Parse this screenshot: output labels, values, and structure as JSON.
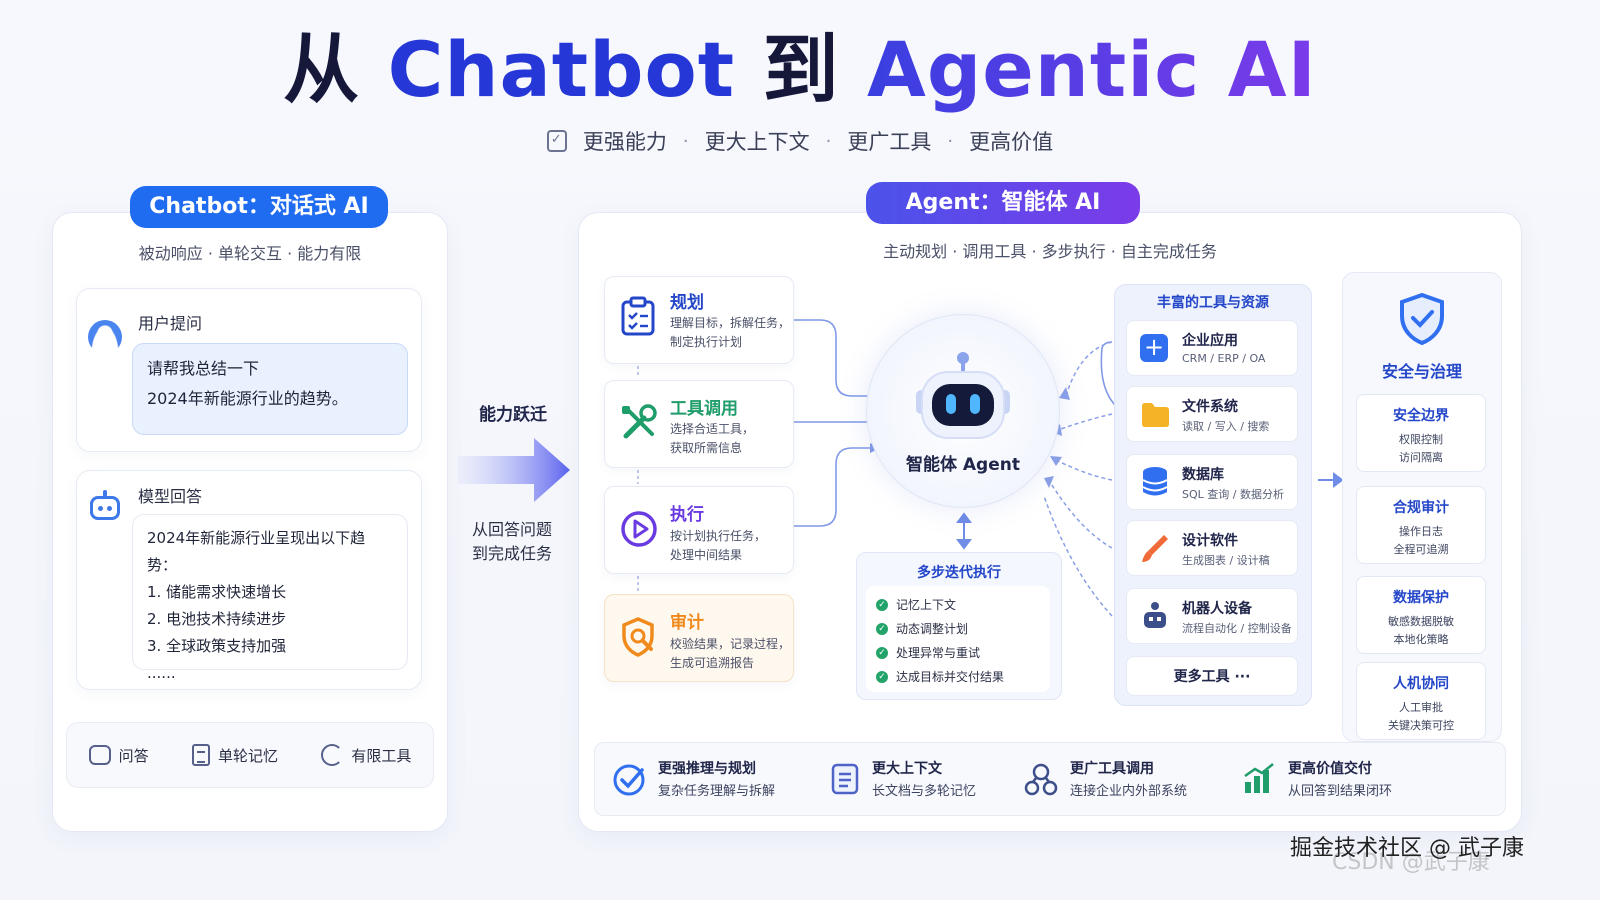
{
  "title": {
    "part1": "从",
    "part2": "Chatbot",
    "part3": "到",
    "part4": "Agentic AI"
  },
  "subtitle": {
    "items": [
      "更强能力",
      "更大上下文",
      "更广工具",
      "更高价值"
    ],
    "sep": "·"
  },
  "chatbot": {
    "pill": "Chatbot：对话式 AI",
    "sub": "被动响应 · 单轮交互 · 能力有限",
    "user_label": "用户提问",
    "user_msg_l1": "请帮我总结一下",
    "user_msg_l2": "2024年新能源行业的趋势。",
    "bot_label": "模型回答",
    "ans_l1": "2024年新能源行业呈现出以下趋势：",
    "ans_l2": "1. 储能需求快速增长",
    "ans_l3": "2. 电池技术持续进步",
    "ans_l4": "3. 全球政策支持加强",
    "ans_l5": "......",
    "foot": [
      "问答",
      "单轮记忆",
      "有限工具"
    ]
  },
  "leap": {
    "label": "能力跃迁",
    "sub_l1": "从回答问题",
    "sub_l2": "到完成任务"
  },
  "agent": {
    "pill": "Agent：智能体 AI",
    "sub": "主动规划 · 调用工具 · 多步执行 · 自主完成任务",
    "center_label": "智能体 Agent",
    "steps": [
      {
        "title": "规划",
        "d1": "理解目标，拆解任务，",
        "d2": "制定执行计划",
        "color": "#2446c8"
      },
      {
        "title": "工具调用",
        "d1": "选择合适工具，",
        "d2": "获取所需信息",
        "color": "#1f9d6a"
      },
      {
        "title": "执行",
        "d1": "按计划执行任务，",
        "d2": "处理中间结果",
        "color": "#6a3be0"
      },
      {
        "title": "审计",
        "d1": "校验结果，记录过程，",
        "d2": "生成可追溯报告",
        "color": "#f08a1c"
      }
    ],
    "iter": {
      "title": "多步迭代执行",
      "items": [
        "记忆上下文",
        "动态调整计划",
        "处理异常与重试",
        "达成目标并交付结果"
      ]
    },
    "tools": {
      "title": "丰富的工具与资源",
      "items": [
        {
          "name": "企业应用",
          "sub": "CRM / ERP / OA",
          "icon": "grid-plus-icon",
          "color": "#2f6ff0"
        },
        {
          "name": "文件系统",
          "sub": "读取 / 写入 / 搜索",
          "icon": "folder-icon",
          "color": "#f5b428"
        },
        {
          "name": "数据库",
          "sub": "SQL 查询 / 数据分析",
          "icon": "database-icon",
          "color": "#2f6ff0"
        },
        {
          "name": "设计软件",
          "sub": "生成图表 / 设计稿",
          "icon": "brush-icon",
          "color": "#f06a3a"
        },
        {
          "name": "机器人设备",
          "sub": "流程自动化 / 控制设备",
          "icon": "robot-icon",
          "color": "#3d4f8a"
        }
      ],
      "more": "更多工具 ···"
    },
    "security": {
      "title": "安全与治理",
      "cards": [
        {
          "t": "安全边界",
          "d1": "权限控制",
          "d2": "访问隔离"
        },
        {
          "t": "合规审计",
          "d1": "操作日志",
          "d2": "全程可追溯"
        },
        {
          "t": "数据保护",
          "d1": "敏感数据脱敏",
          "d2": "本地化策略"
        },
        {
          "t": "人机协同",
          "d1": "人工审批",
          "d2": "关键决策可控"
        }
      ]
    },
    "bottom": [
      {
        "t": "更强推理与规划",
        "d": "复杂任务理解与拆解",
        "icon": "check-circle-icon"
      },
      {
        "t": "更大上下文",
        "d": "长文档与多轮记忆",
        "icon": "document-icon"
      },
      {
        "t": "更广工具调用",
        "d": "连接企业内外部系统",
        "icon": "network-icon"
      },
      {
        "t": "更高价值交付",
        "d": "从回答到结果闭环",
        "icon": "bar-chart-icon"
      }
    ]
  },
  "watermark": {
    "line1": "掘金技术社区 @ 武子康",
    "line2": "CSDN @武子康"
  },
  "colors": {
    "chatbot_blue": "#1f6cf0",
    "agent_purple": "#6a3be0",
    "title_blue": "#2537d6"
  }
}
